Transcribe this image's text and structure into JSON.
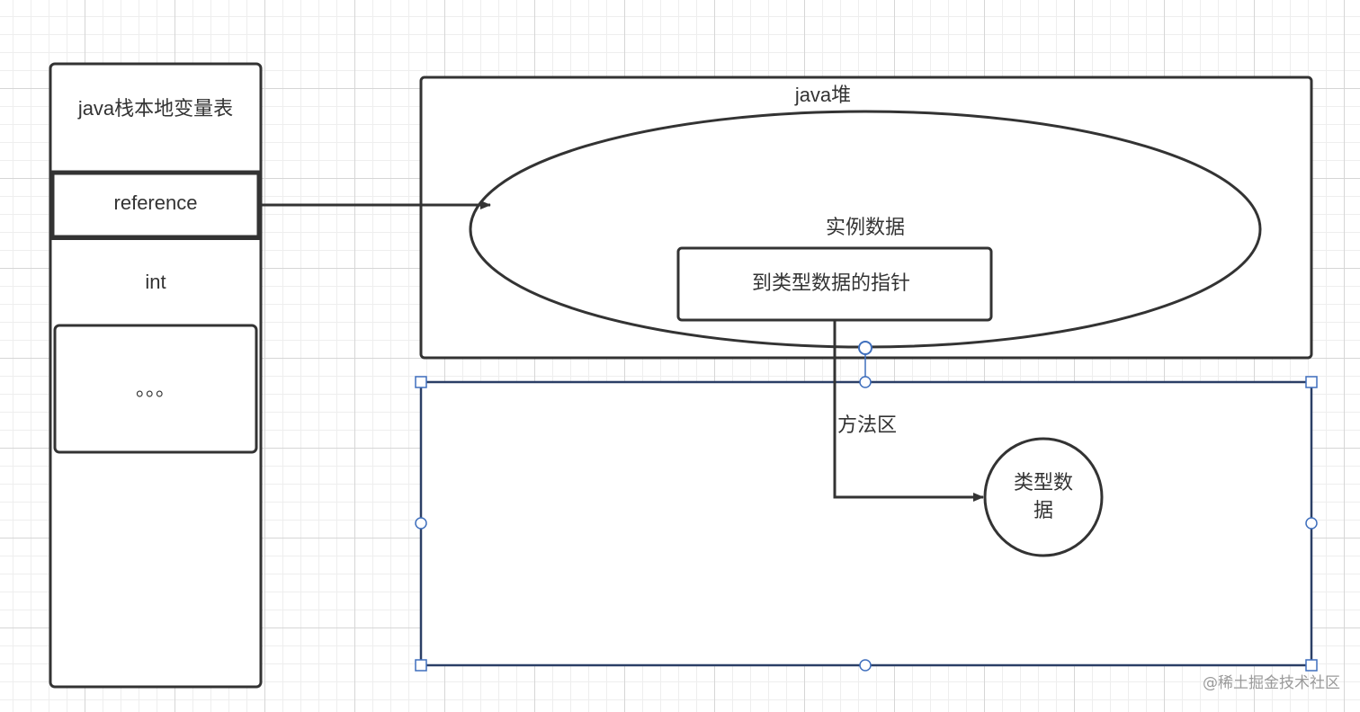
{
  "stack": {
    "title": "java栈本地变量表",
    "slots": [
      "reference",
      "int",
      "。。。"
    ]
  },
  "heap": {
    "title": "java堆",
    "instance_label": "实例数据",
    "pointer_label": "到类型数据的指针"
  },
  "method_area": {
    "title": "方法区",
    "type_data_label": "类型数\n据"
  },
  "watermark": "@稀土掘金技术社区",
  "colors": {
    "stroke": "#333333",
    "selection": "#3f6fbd",
    "text": "#333333"
  }
}
